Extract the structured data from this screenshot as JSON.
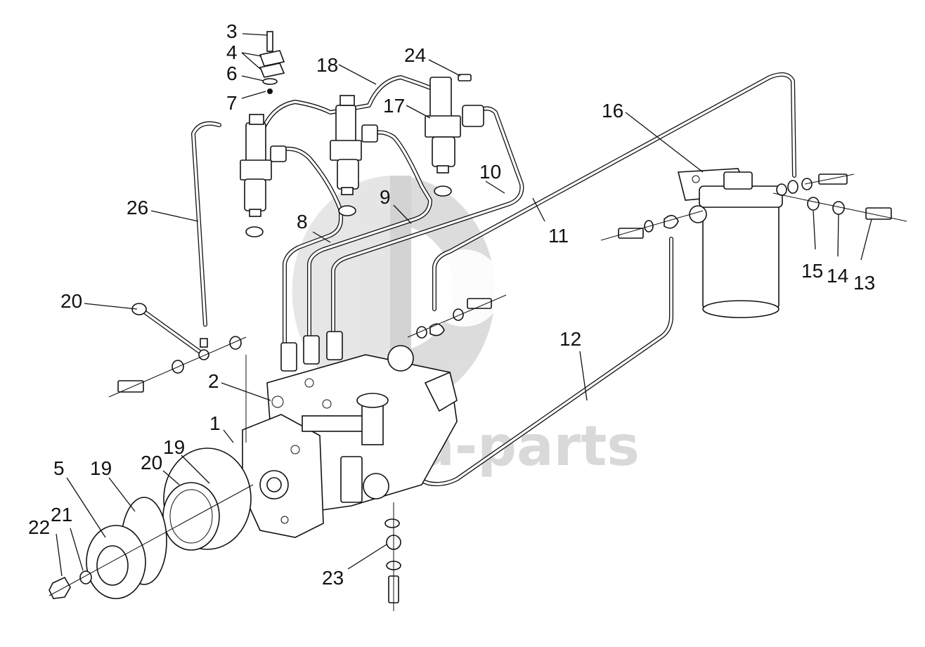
{
  "watermark": {
    "text": "deza-parts",
    "color": "#d9d9d9"
  },
  "callouts": [
    {
      "id": "1",
      "label": "1"
    },
    {
      "id": "2",
      "label": "2"
    },
    {
      "id": "3",
      "label": "3"
    },
    {
      "id": "4",
      "label": "4"
    },
    {
      "id": "5",
      "label": "5"
    },
    {
      "id": "6",
      "label": "6"
    },
    {
      "id": "7",
      "label": "7"
    },
    {
      "id": "8",
      "label": "8"
    },
    {
      "id": "9",
      "label": "9"
    },
    {
      "id": "10",
      "label": "10"
    },
    {
      "id": "11",
      "label": "11"
    },
    {
      "id": "12",
      "label": "12"
    },
    {
      "id": "13",
      "label": "13"
    },
    {
      "id": "14",
      "label": "14"
    },
    {
      "id": "15",
      "label": "15"
    },
    {
      "id": "16",
      "label": "16"
    },
    {
      "id": "17",
      "label": "17"
    },
    {
      "id": "18",
      "label": "18"
    },
    {
      "id": "19a",
      "label": "19"
    },
    {
      "id": "19b",
      "label": "19"
    },
    {
      "id": "20",
      "label": "20"
    },
    {
      "id": "21",
      "label": "21"
    },
    {
      "id": "22",
      "label": "22"
    },
    {
      "id": "23",
      "label": "23"
    },
    {
      "id": "24",
      "label": "24"
    },
    {
      "id": "25",
      "label": "25"
    },
    {
      "id": "26",
      "label": "26"
    }
  ]
}
